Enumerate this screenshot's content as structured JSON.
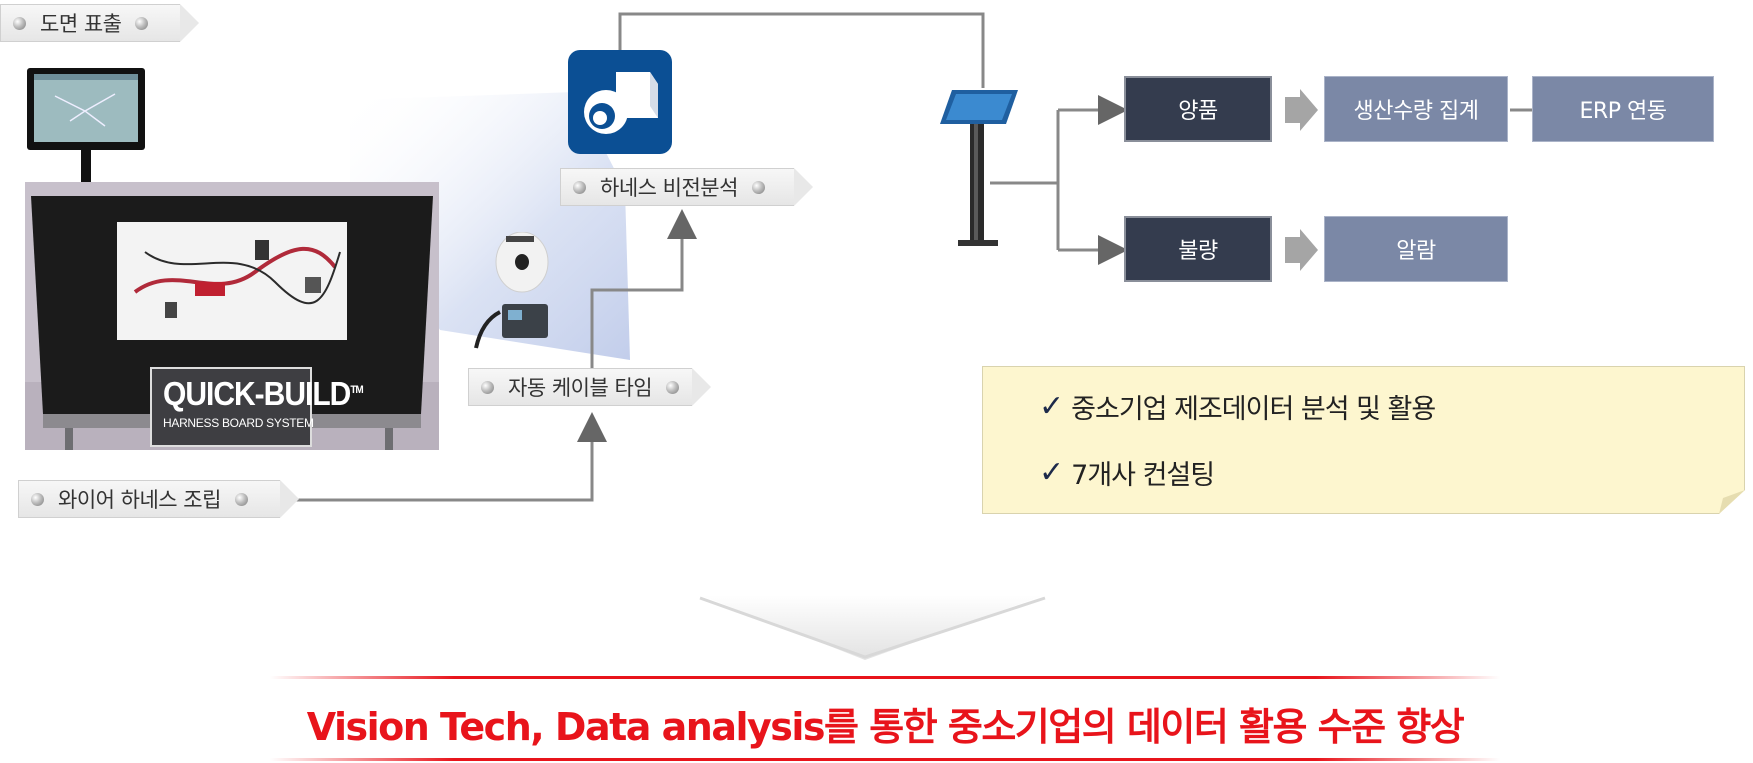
{
  "labels": {
    "drawing_output": "도면 표출",
    "harness_vision": "하네스 비전분석",
    "auto_cable": "자동 케이블 타임",
    "wire_harness": "와이어 하네스 조립"
  },
  "board": {
    "brand": "QUICK-BUILD",
    "tm": "TM",
    "sub": "HARNESS BOARD SYSTEM"
  },
  "results": {
    "good": "양품",
    "production_total": "생산수량 집계",
    "erp": "ERP 연동",
    "defect": "불량",
    "alarm": "알람"
  },
  "note": {
    "items": [
      "중소기업 제조데이터 분석 및 활용",
      "7개사 컨설팅"
    ]
  },
  "headline": "Vision Tech, Data analysis를 통한 중소기업의 데이터 활용 수준 향상",
  "colors": {
    "dark_box": "#343c4e",
    "light_box": "#7b88a6",
    "camera_blue": "#0b4f94",
    "headline_red": "#e8141b",
    "note_bg": "#fdf6cf"
  }
}
